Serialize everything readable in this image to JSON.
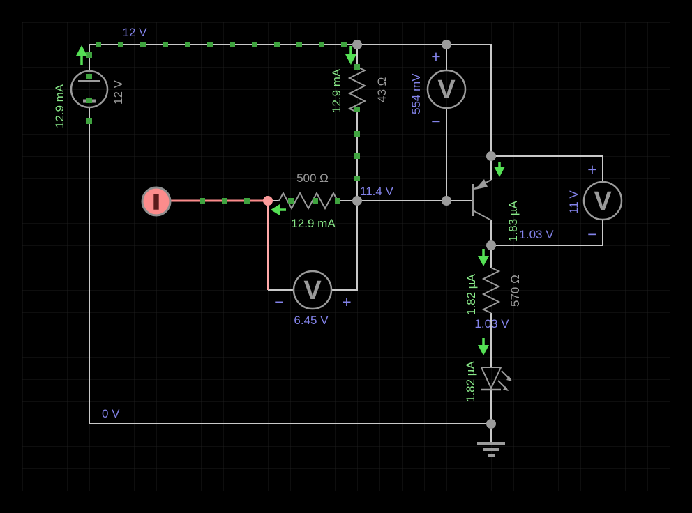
{
  "source": {
    "voltage": "12 V",
    "current": "12.9 mA"
  },
  "rails": {
    "top_voltage": "12 V",
    "bottom_voltage": "0 V"
  },
  "r43": {
    "value": "43 Ω",
    "current": "12.9 mA"
  },
  "r500": {
    "value": "500 Ω",
    "current": "12.9 mA",
    "right_node_voltage": "11.4 V"
  },
  "r570": {
    "value": "570 Ω",
    "current": "1.82 µA",
    "bottom_voltage": "1.03 V"
  },
  "transistor": {
    "base_current": "1.83 µA",
    "collector_node_voltage": "1.03 V"
  },
  "led": {
    "current": "1.82 µA"
  },
  "meters": {
    "glyph": "V",
    "plus": "+",
    "minus": "−",
    "base": {
      "reading": "554 mV"
    },
    "output": {
      "reading": "11 V"
    },
    "r500": {
      "reading": "6.45 V"
    }
  },
  "current_source": {
    "glyph": "I"
  },
  "colors": {
    "voltage_label": "#8383ea",
    "current_label": "#88e888",
    "current_dot": "#3fa33f",
    "wire": "#c9c9c9",
    "component": "#9b9b9b",
    "selection": "#fb8b8b",
    "background": "#000000"
  }
}
